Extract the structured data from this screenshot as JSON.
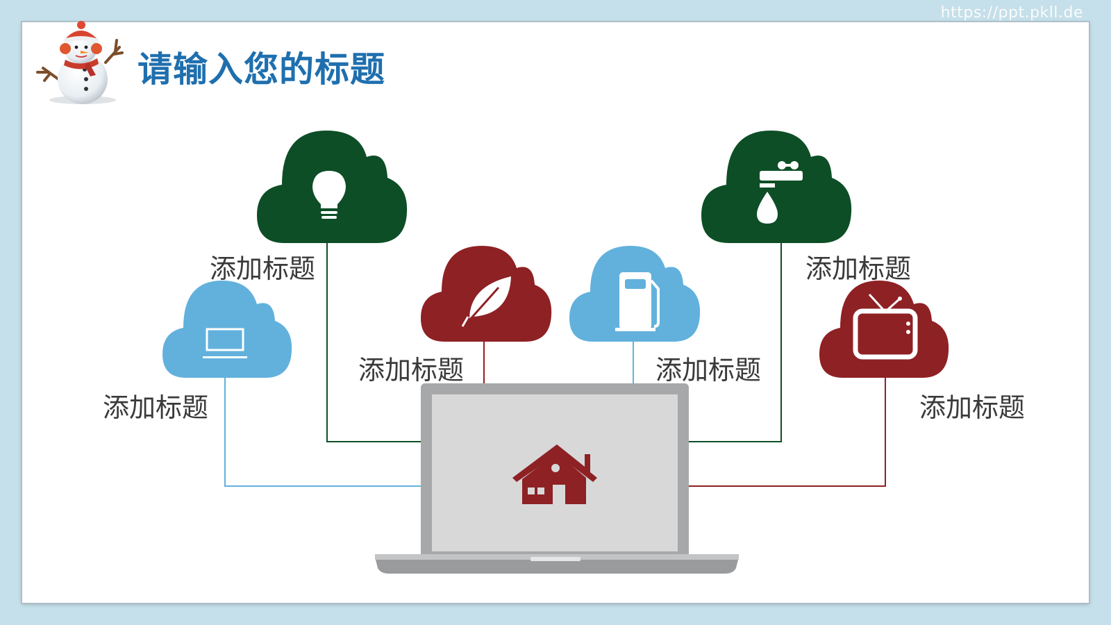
{
  "watermark": "https://ppt.pkll.de",
  "title": "请输入您的标题",
  "colors": {
    "dark_green": "#0d4e26",
    "dark_red": "#8e2124",
    "light_blue": "#62b1dc",
    "title_blue": "#1f6fae"
  },
  "items": [
    {
      "caption": "添加标题",
      "icon": "lightbulb-icon",
      "color": "dark_green"
    },
    {
      "caption": "添加标题",
      "icon": "laptop-icon",
      "color": "light_blue"
    },
    {
      "caption": "添加标题",
      "icon": "leaf-icon",
      "color": "dark_red"
    },
    {
      "caption": "添加标题",
      "icon": "fuel-pump-icon",
      "color": "light_blue"
    },
    {
      "caption": "添加标题",
      "icon": "water-faucet-icon",
      "color": "dark_green"
    },
    {
      "caption": "添加标题",
      "icon": "tv-icon",
      "color": "dark_red"
    }
  ],
  "center": {
    "icon": "house-icon",
    "device": "laptop-icon"
  }
}
